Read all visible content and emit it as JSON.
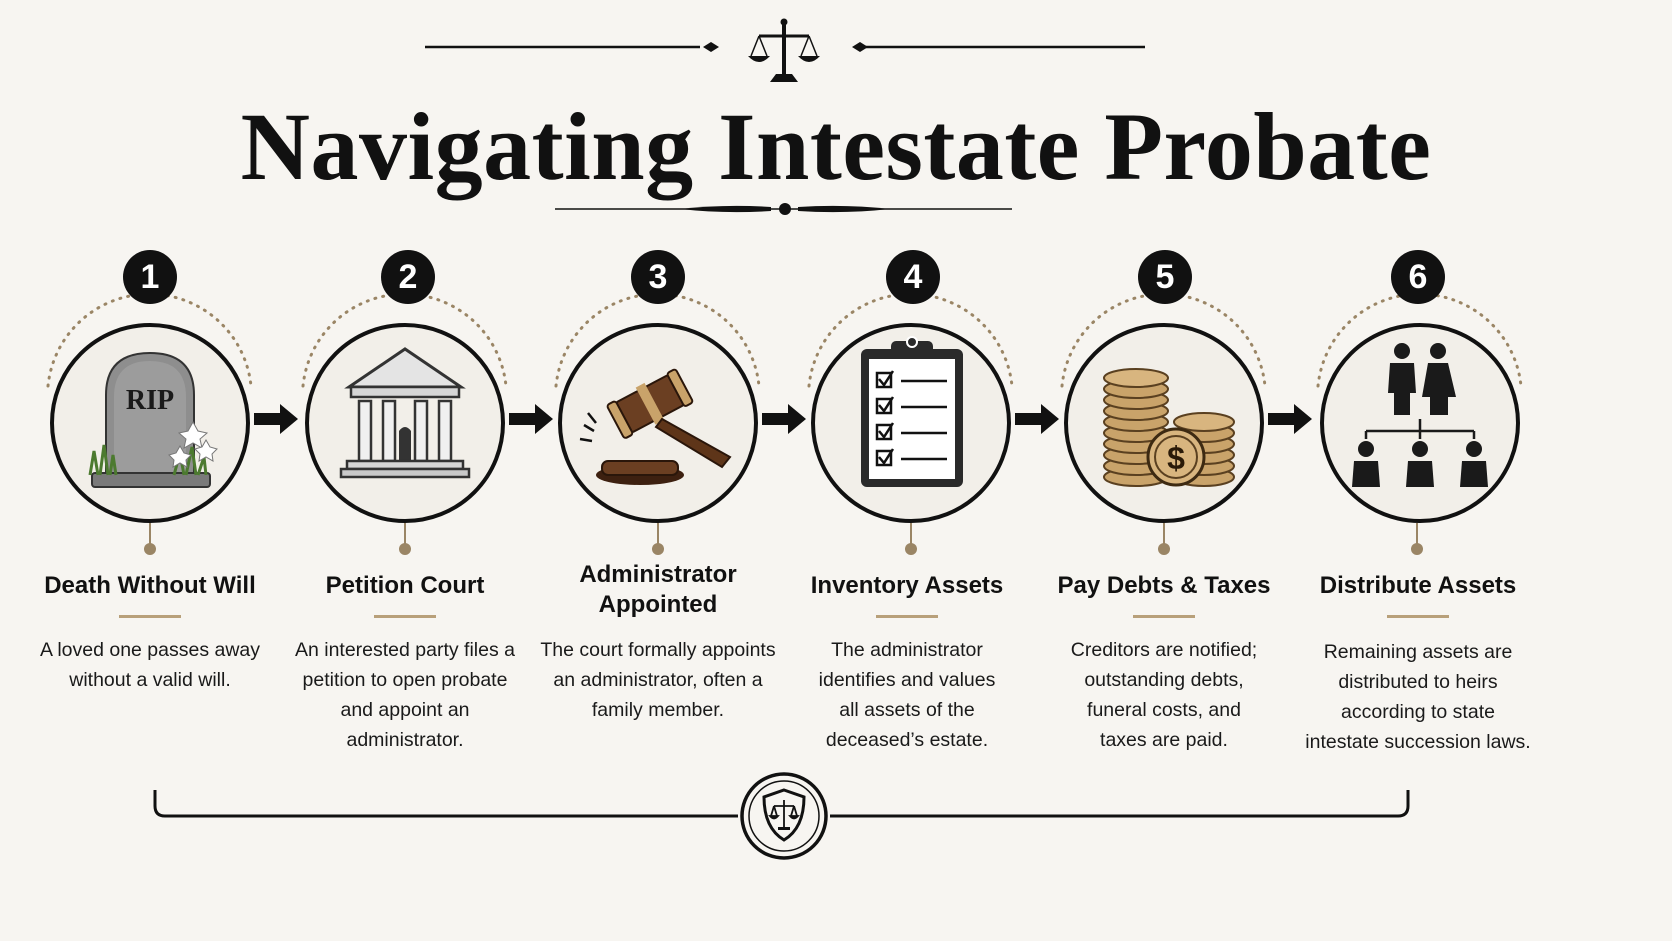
{
  "title": "Navigating Intestate Probate",
  "steps": [
    {
      "number": "1",
      "title": "Death Without Will",
      "icon": "tombstone-icon",
      "icon_text": "RIP",
      "description": "A loved one passes away without a valid will."
    },
    {
      "number": "2",
      "title": "Petition Court",
      "icon": "courthouse-icon",
      "description": "An interested party files a petition to open probate and appoint an administrator."
    },
    {
      "number": "3",
      "title": "Administrator Appointed",
      "icon": "gavel-icon",
      "description": "The court formally appoints an administrator, often a family member."
    },
    {
      "number": "4",
      "title": "Inventory Assets",
      "icon": "clipboard-checklist-icon",
      "description": "The administrator identifies and values all assets of the deceased’s estate."
    },
    {
      "number": "5",
      "title": "Pay Debts & Taxes",
      "icon": "coins-dollar-icon",
      "icon_text": "$",
      "description": "Creditors are notified; outstanding debts, funeral costs, and taxes are paid."
    },
    {
      "number": "6",
      "title": "Distribute Assets",
      "icon": "family-tree-icon",
      "description": "Remaining assets are distributed to heirs according to state intestate succession laws."
    }
  ],
  "colors": {
    "ink": "#111111",
    "accent": "#9a8565",
    "background": "#f7f5f1",
    "circle_fill": "#f2efe9"
  }
}
